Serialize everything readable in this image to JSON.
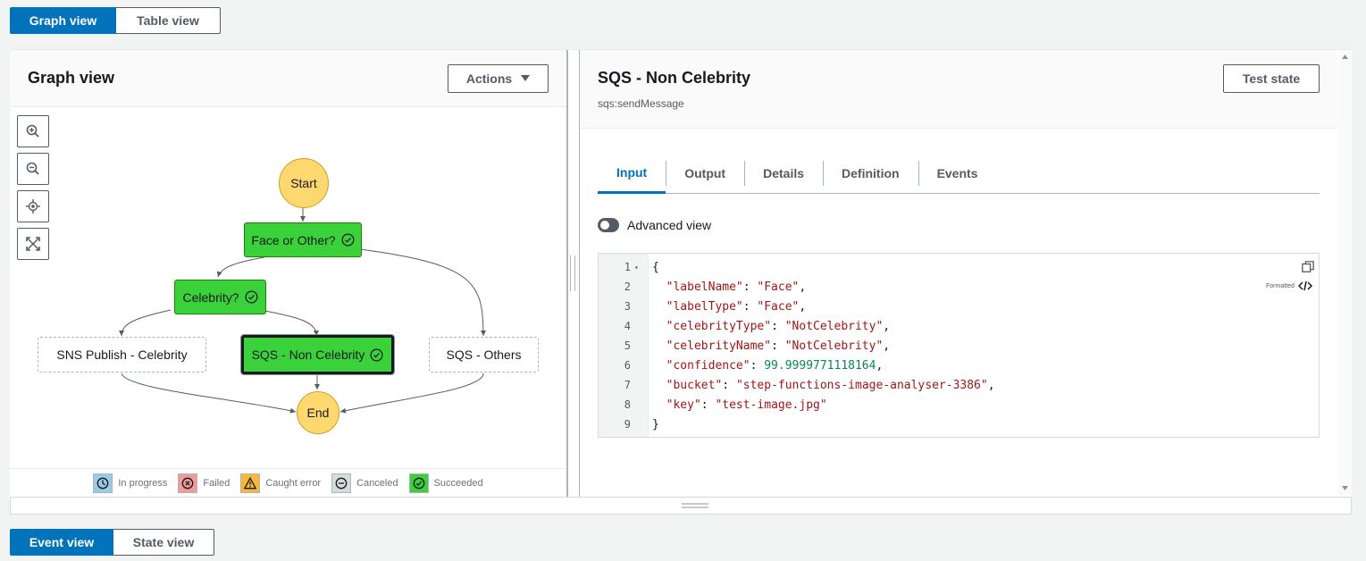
{
  "top_toggle": {
    "graph_label": "Graph view",
    "table_label": "Table view"
  },
  "bottom_toggle": {
    "event_label": "Event view",
    "state_label": "State view"
  },
  "graph_panel": {
    "title": "Graph view",
    "actions_label": "Actions",
    "nodes": {
      "start": "Start",
      "face_or_other": "Face or Other?",
      "celebrity": "Celebrity?",
      "sns_publish": "SNS Publish - Celebrity",
      "sqs_non_celebrity": "SQS - Non Celebrity",
      "sqs_others": "SQS - Others",
      "end": "End"
    },
    "legend": {
      "in_progress": "In progress",
      "failed": "Failed",
      "caught_error": "Caught error",
      "canceled": "Canceled",
      "succeeded": "Succeeded"
    }
  },
  "detail_panel": {
    "title": "SQS - Non Celebrity",
    "subtitle": "sqs:sendMessage",
    "test_state_label": "Test state",
    "tabs": [
      "Input",
      "Output",
      "Details",
      "Definition",
      "Events"
    ],
    "advanced_view_label": "Advanced view",
    "formatted_label": "Formatted",
    "code_lines": [
      {
        "n": "1",
        "t": "{"
      },
      {
        "n": "2",
        "k": "\"labelName\"",
        "v": "\"Face\"",
        "vt": "s",
        "end": ","
      },
      {
        "n": "3",
        "k": "\"labelType\"",
        "v": "\"Face\"",
        "vt": "s",
        "end": ","
      },
      {
        "n": "4",
        "k": "\"celebrityType\"",
        "v": "\"NotCelebrity\"",
        "vt": "s",
        "end": ","
      },
      {
        "n": "5",
        "k": "\"celebrityName\"",
        "v": "\"NotCelebrity\"",
        "vt": "s",
        "end": ","
      },
      {
        "n": "6",
        "k": "\"confidence\"",
        "v": "99.9999771118164",
        "vt": "n",
        "end": ","
      },
      {
        "n": "7",
        "k": "\"bucket\"",
        "v": "\"step-functions-image-analyser-3386\"",
        "vt": "s",
        "end": ","
      },
      {
        "n": "8",
        "k": "\"key\"",
        "v": "\"test-image.jpg\"",
        "vt": "s",
        "end": ""
      },
      {
        "n": "9",
        "t": "}"
      }
    ]
  },
  "colors": {
    "accent": "#0073bb",
    "succeeded": "#3ad13a",
    "start_end": "#ffd86f"
  }
}
